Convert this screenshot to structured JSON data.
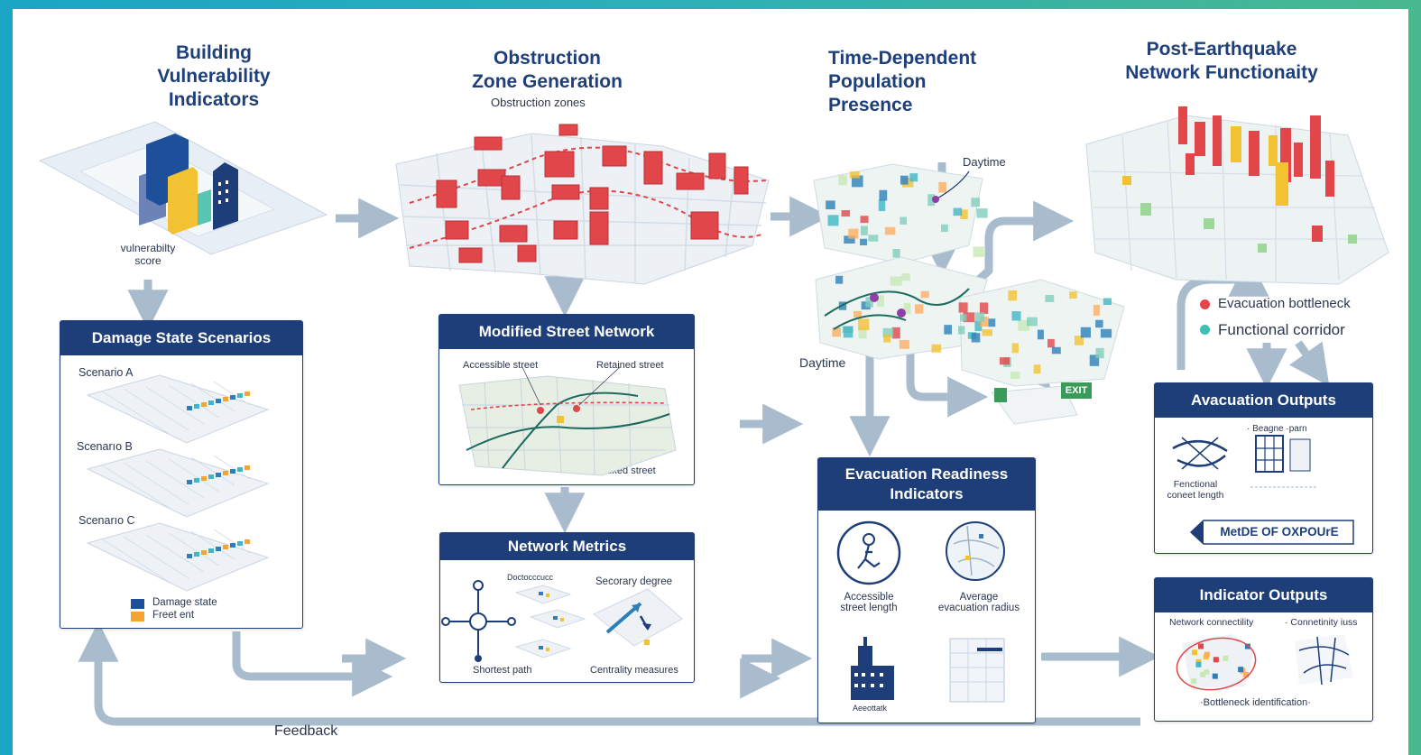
{
  "stages": {
    "vulnerability": {
      "title": "Building\nVulnerability\nIndicators",
      "score_label": "vulnerabilty\nscore"
    },
    "obstruction": {
      "title": "Obstruction\nZone Generation",
      "zones_label": "Obstruction zones"
    },
    "population": {
      "title": "Time-Dependent\nPopulation\nPresence",
      "daytime_top": "Daytime",
      "daytime_bottom": "Daytime",
      "exit_label": "EXIT"
    },
    "functionality": {
      "title": "Post-Earthquake\nNetwork Functionaity"
    }
  },
  "legend_functionality": {
    "items": [
      {
        "label": "Evacuation bottleneck",
        "color": "#e0464a"
      },
      {
        "label": "Functional corridor",
        "color": "#3fbfb4"
      }
    ]
  },
  "damage_box": {
    "title": "Damage State Scenarios",
    "scenarios": [
      "Scenario A",
      "Scenarıo B",
      "Scenarıo C"
    ],
    "legend": [
      {
        "label": "Damage state",
        "color": "#1d4f9a"
      },
      {
        "label": "Freet ent",
        "color": "#f2a531"
      }
    ]
  },
  "street_box": {
    "title": "Modified Street Network",
    "accessible": "Accessible street",
    "restricted": "Retained street",
    "blocked": "Biocked street"
  },
  "metrics_box": {
    "title": "Network Metrics",
    "top_label": "Doctocccucc",
    "secondary": "Secorary degree",
    "shortest": "Shortest path",
    "centrality": "Centrality measures"
  },
  "readiness_box": {
    "title": "Evacuation Readiness\nIndicators",
    "accessible": "Accessible\nstreet length",
    "radius": "Average\nevacuation radius",
    "bottom_label": "Aeeottatk"
  },
  "avacuation_box": {
    "title": "Avacuation Outputs",
    "top_label": "· Beagne ·parn",
    "left_label": "Fenctional\nconeet length",
    "banner": "MetDE OF OXPOUrE"
  },
  "indicator_box": {
    "title": "Indicator Outputs",
    "left_label": "Network connectility",
    "right_label": "· Connetinity iuss",
    "bottom_label": "·Bottleneck identification·"
  },
  "feedback_label": "Feedback",
  "colors": {
    "navy": "#1d3e78",
    "arrow": "#a9bccd",
    "red": "#e0464a",
    "yellow": "#f2c233",
    "teal": "#3fbfb4"
  }
}
